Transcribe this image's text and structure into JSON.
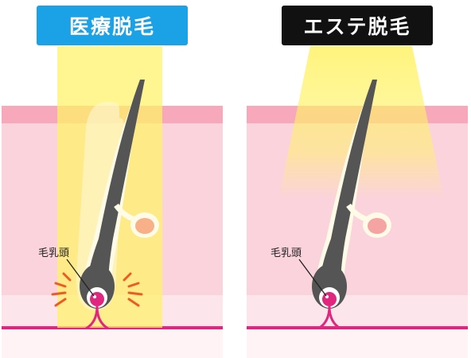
{
  "left_panel": {
    "title": "医療脱毛",
    "title_bg": "#1aa1e6",
    "papilla_label": "毛乳頭"
  },
  "right_panel": {
    "title": "エステ脱毛",
    "title_bg": "#111111",
    "papilla_label": "毛乳頭"
  },
  "colors": {
    "skin_top": "#f7a9bb",
    "skin_mid": "#fbd3dc",
    "skin_low": "#fde6eb",
    "skin_base": "#fff3f6",
    "baseline": "#e0267e",
    "hair": "#555555",
    "papilla": "#e0267e",
    "gland_left": "#f7b088",
    "gland_right": "#f5a3a3",
    "light": "#fff266",
    "impact": "#ef5a24"
  }
}
